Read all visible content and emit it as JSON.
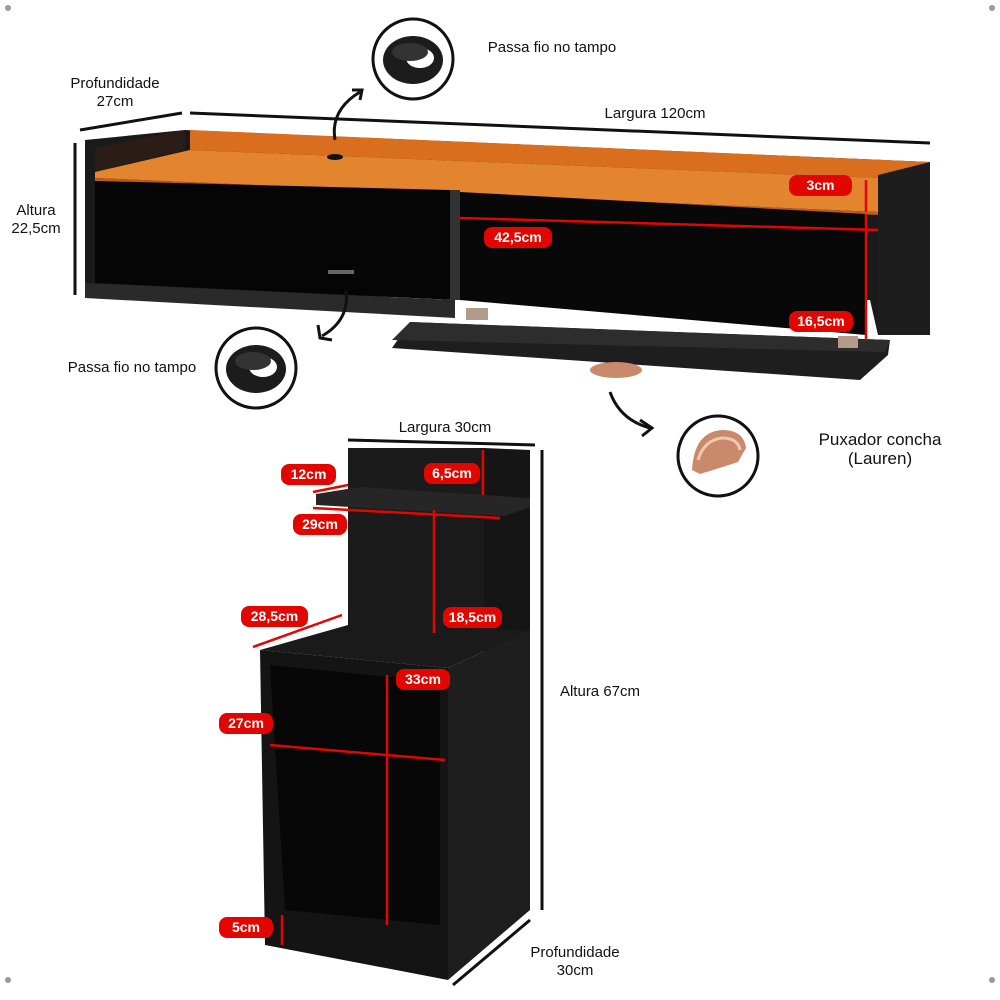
{
  "shelf": {
    "depth_label": "Profundidade",
    "depth_value": "27cm",
    "width_label": "Largura 120cm",
    "height_label": "Altura",
    "height_value": "22,5cm",
    "cable_hole_top": "Passa fio no tampo",
    "cable_hole_bottom": "Passa fio no tampo",
    "handle_label": "Puxador concha",
    "handle_model": "(Lauren)",
    "measures": {
      "top_thickness": "3cm",
      "compartment_width": "42,5cm",
      "compartment_height": "16,5cm"
    }
  },
  "nightstand": {
    "width_label": "Largura 30cm",
    "height_label": "Altura 67cm",
    "depth_label": "Profundidade",
    "depth_value": "30cm",
    "measures": {
      "shelf_depth": "12cm",
      "shelf_gap": "6,5cm",
      "shelf_width": "29cm",
      "top_depth": "28,5cm",
      "back_height": "18,5cm",
      "niche_height": "33cm",
      "niche_width": "27cm",
      "foot_height": "5cm"
    }
  },
  "colors": {
    "wood": "#e07a28",
    "body": "#141414",
    "badge": "#e10600",
    "copper": "#c98a6c"
  }
}
